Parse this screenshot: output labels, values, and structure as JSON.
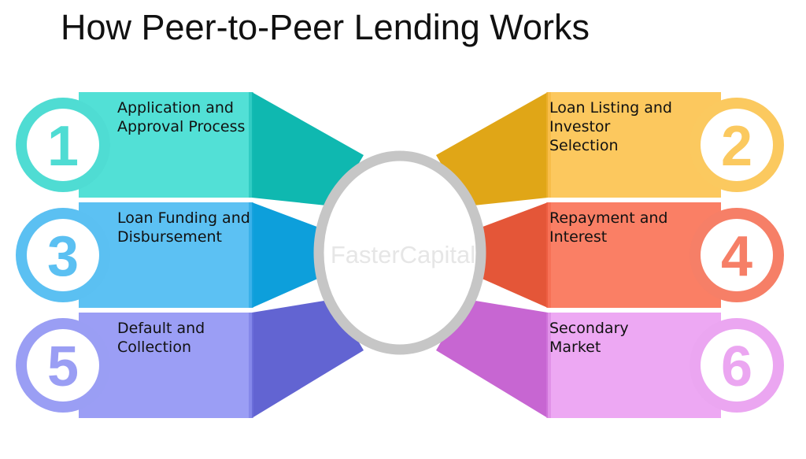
{
  "title": "How Peer-to-Peer Lending Works",
  "watermark": "FasterCapital",
  "steps": [
    {
      "number": "1",
      "label": "Application and Approval Process",
      "side": "left",
      "colors": {
        "main": "#52e0d6",
        "dark": "#16bcb4",
        "wing": "#0fb8b0",
        "ring": "#4fdcd3"
      }
    },
    {
      "number": "2",
      "label": "Loan Listing and Investor Selection",
      "side": "right",
      "colors": {
        "main": "#fcc85e",
        "dark": "#f4b53a",
        "wing": "#e0a617",
        "ring": "#fbc95f"
      }
    },
    {
      "number": "3",
      "label": "Loan Funding and Disbursement",
      "side": "left",
      "colors": {
        "main": "#5cc1f3",
        "dark": "#1fa4e0",
        "wing": "#0d9fdb",
        "ring": "#5bc0f2"
      }
    },
    {
      "number": "4",
      "label": "Repayment and Interest",
      "side": "right",
      "colors": {
        "main": "#fa7f65",
        "dark": "#f4664b",
        "wing": "#e45638",
        "ring": "#f67f67"
      }
    },
    {
      "number": "5",
      "label": "Default and Collection",
      "side": "left",
      "colors": {
        "main": "#9b9ef5",
        "dark": "#7376e0",
        "wing": "#6264d2",
        "ring": "#9a9ef4"
      }
    },
    {
      "number": "6",
      "label": "Secondary Market",
      "side": "right",
      "colors": {
        "main": "#eda8f3",
        "dark": "#d77fe0",
        "wing": "#c766d2",
        "ring": "#eba6f1"
      }
    }
  ],
  "center_ring_color": "#c6c6c6"
}
